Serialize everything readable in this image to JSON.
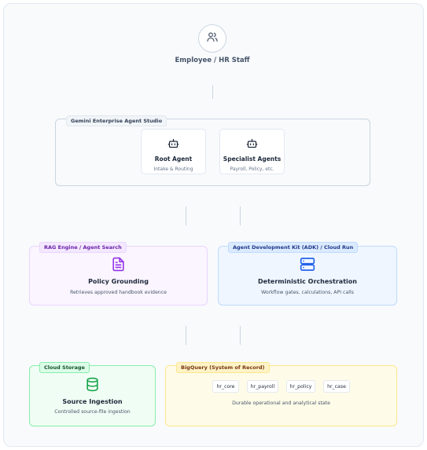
{
  "user": {
    "label": "Employee / HR Staff",
    "icon": "users-icon"
  },
  "studio": {
    "label": "Gemini Enterprise Agent Studio",
    "root_agent": {
      "title": "Root Agent",
      "subtitle": "Intake & Routing",
      "icon": "robot-icon"
    },
    "specialist_agents": {
      "title": "Specialist Agents",
      "subtitle": "Payroll, Policy, etc.",
      "icon": "robot-icon"
    }
  },
  "rag": {
    "label": "RAG Engine / Agent Search",
    "title": "Policy Grounding",
    "subtitle": "Retrieves approved handbook evidence",
    "icon": "document-icon",
    "color": "#9333ea"
  },
  "adk": {
    "label": "Agent Development Kit (ADK) / Cloud Run",
    "title": "Deterministic Orchestration",
    "subtitle": "Workflow gates, calculations, API calls",
    "icon": "server-icon",
    "color": "#2563eb"
  },
  "storage": {
    "label": "Cloud Storage",
    "title": "Source Ingestion",
    "subtitle": "Controlled source-file ingestion",
    "icon": "database-icon",
    "color": "#16a34a"
  },
  "bigquery": {
    "label": "BigQuery (System of Record)",
    "tables": [
      "hr_core",
      "hr_payroll",
      "hr_policy",
      "hr_case"
    ],
    "subtitle": "Durable operational and analytical state"
  }
}
